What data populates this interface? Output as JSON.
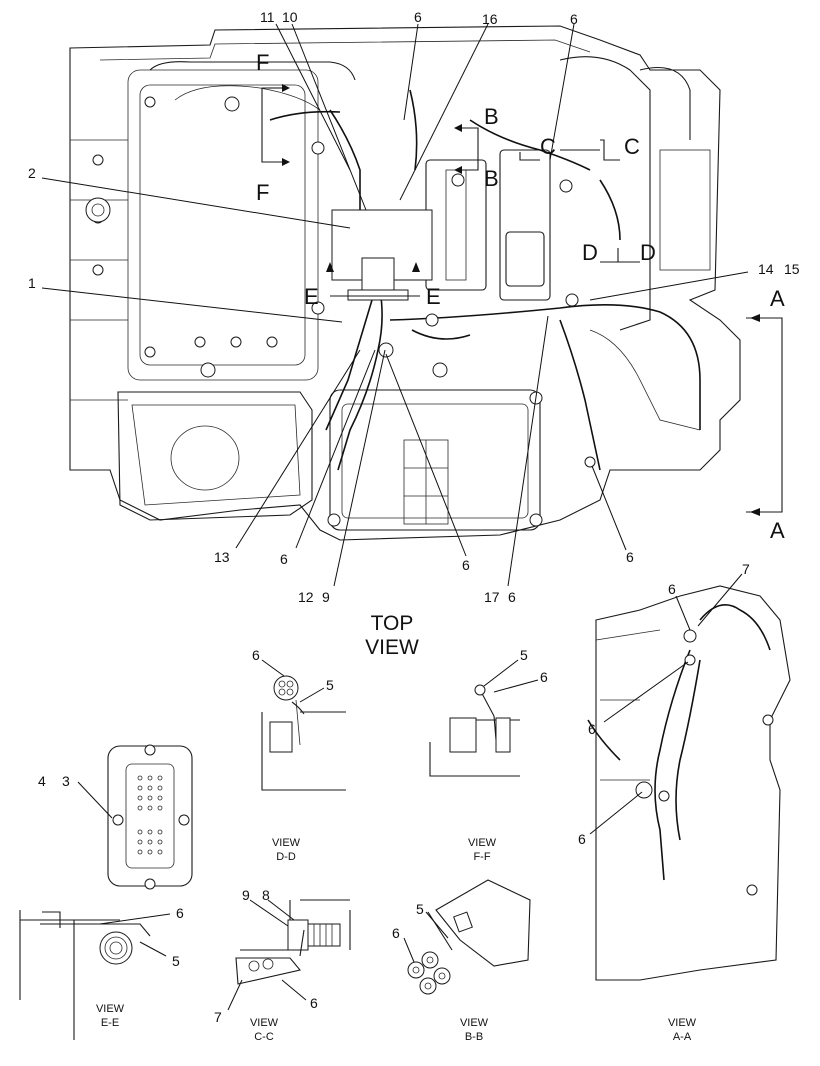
{
  "title_lines": [
    "TOP",
    "VIEW"
  ],
  "main_callouts": {
    "c11": "11",
    "c10": "10",
    "c6a": "6",
    "c16": "16",
    "c6b": "6",
    "c2": "2",
    "c1": "1",
    "c14": "14",
    "c15": "15",
    "c13": "13",
    "c6c": "6",
    "c6d": "6",
    "c6e": "6",
    "c12": "12",
    "c9": "9",
    "c17": "17",
    "c6f": "6"
  },
  "section_markers": {
    "f_top": "F",
    "f_bottom": "F",
    "b_top": "B",
    "b_bottom": "B",
    "c_left": "C",
    "c_right": "C",
    "d_left": "D",
    "d_right": "D",
    "e_left": "E",
    "e_right": "E",
    "a_top": "A",
    "a_bottom": "A"
  },
  "views": {
    "dd": {
      "name": "VIEW",
      "id": "D-D",
      "callouts": [
        "6",
        "5"
      ]
    },
    "ff": {
      "name": "VIEW",
      "id": "F-F",
      "callouts": [
        "5",
        "6"
      ]
    },
    "ee": {
      "name": "VIEW",
      "id": "E-E",
      "callouts": [
        "4",
        "3",
        "6",
        "5"
      ]
    },
    "cc": {
      "name": "VIEW",
      "id": "C-C",
      "callouts": [
        "9",
        "8",
        "7",
        "6"
      ]
    },
    "bb": {
      "name": "VIEW",
      "id": "B-B",
      "callouts": [
        "5",
        "6"
      ]
    },
    "aa": {
      "name": "VIEW",
      "id": "A-A",
      "callouts": [
        "6",
        "7",
        "6",
        "6"
      ]
    }
  }
}
